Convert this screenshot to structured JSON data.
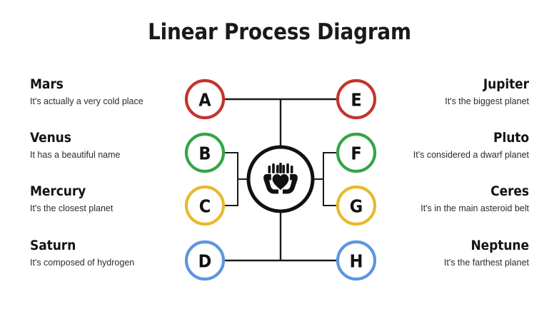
{
  "slide": {
    "title": "Linear Process Diagram",
    "background_color": "#ffffff",
    "text_color": "#1a1a1a"
  },
  "palette": {
    "red": "#C4342C",
    "green": "#34A544",
    "yellow": "#E8B92C",
    "blue": "#5B96E0",
    "line": "#1a1a1a",
    "hub": "#111111"
  },
  "center": {
    "icon": "hands-holding-heart-icon",
    "ring_color": "#111111"
  },
  "nodes": [
    {
      "letter": "A",
      "color": "#C4342C",
      "side": "left"
    },
    {
      "letter": "B",
      "color": "#34A544",
      "side": "left"
    },
    {
      "letter": "C",
      "color": "#E8B92C",
      "side": "left"
    },
    {
      "letter": "D",
      "color": "#5B96E0",
      "side": "left"
    },
    {
      "letter": "E",
      "color": "#C4342C",
      "side": "right"
    },
    {
      "letter": "F",
      "color": "#34A544",
      "side": "right"
    },
    {
      "letter": "G",
      "color": "#E8B92C",
      "side": "right"
    },
    {
      "letter": "H",
      "color": "#5B96E0",
      "side": "right"
    }
  ],
  "left_labels": [
    {
      "title": "Mars",
      "desc": "It's actually a very cold place",
      "node": "A"
    },
    {
      "title": "Venus",
      "desc": "It has a beautiful name",
      "node": "B"
    },
    {
      "title": "Mercury",
      "desc": "It's the closest planet",
      "node": "C"
    },
    {
      "title": "Saturn",
      "desc": "It's composed of hydrogen",
      "node": "D"
    }
  ],
  "right_labels": [
    {
      "title": "Jupiter",
      "desc": "It's the biggest planet",
      "node": "E"
    },
    {
      "title": "Pluto",
      "desc": "It's considered a dwarf planet",
      "node": "F"
    },
    {
      "title": "Ceres",
      "desc": "It's in the main asteroid belt",
      "node": "G"
    },
    {
      "title": "Neptune",
      "desc": "It's the farthest planet",
      "node": "H"
    }
  ]
}
